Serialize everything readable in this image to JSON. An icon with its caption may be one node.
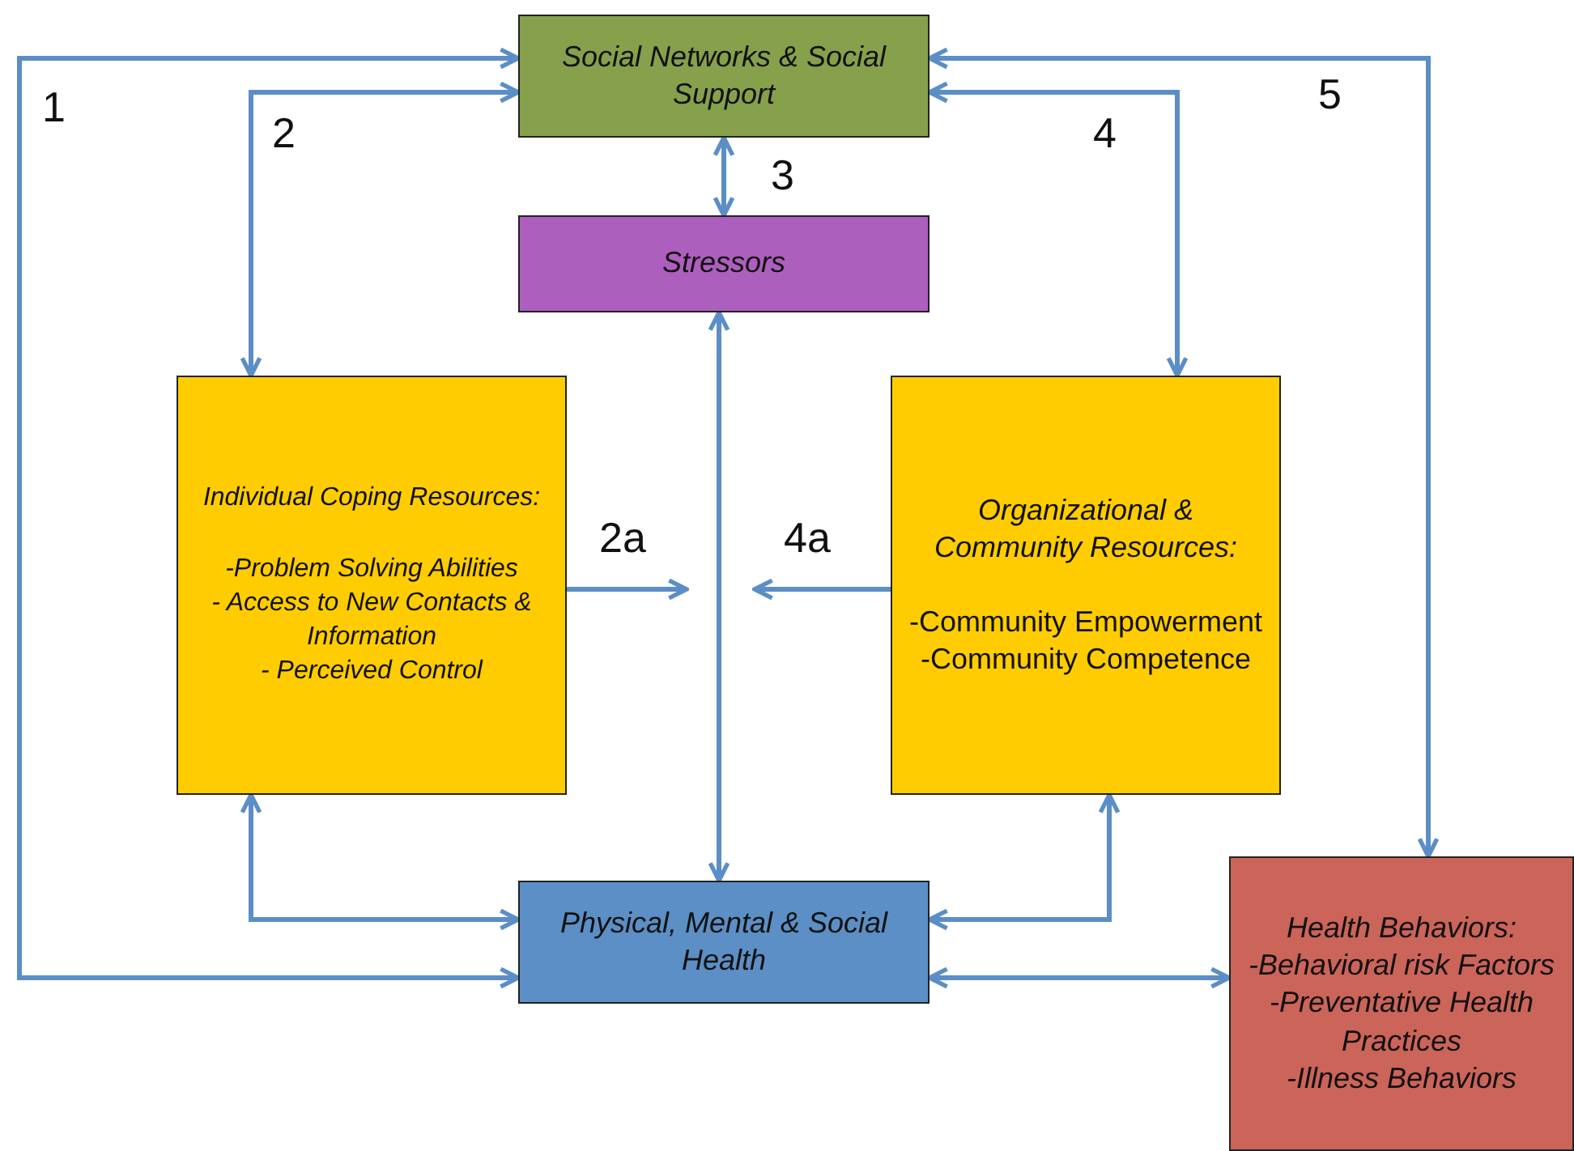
{
  "diagram": {
    "nodes": [
      {
        "text": [
          "Social Networks & Social Support"
        ]
      },
      {
        "text": [
          "Stressors"
        ]
      },
      {
        "text": [
          "Individual Coping Resources:",
          "-Problem Solving Abilities",
          "- Access to New Contacts & Information",
          "- Perceived Control"
        ]
      },
      {
        "text": [
          "Organizational & Community Resources:",
          "-Community Empowerment",
          "-Community Competence"
        ]
      },
      {
        "text": [
          "Physical, Mental & Social Health"
        ]
      },
      {
        "text": [
          "Health Behaviors:",
          "-Behavioral risk Factors",
          "-Preventative Health Practices",
          "-Illness Behaviors"
        ]
      }
    ],
    "edges": [
      {
        "from": 4,
        "to": 0,
        "arrow": "both",
        "label": "1"
      },
      {
        "from": 2,
        "to": 0,
        "arrow": "both",
        "label": "2"
      },
      {
        "from": 0,
        "to": 1,
        "arrow": "both",
        "label": "3"
      },
      {
        "from": 0,
        "to": 3,
        "arrow": "both",
        "label": "4"
      },
      {
        "from": 0,
        "to": 5,
        "arrow": "both",
        "label": "5"
      },
      {
        "from": 1,
        "to": 4,
        "arrow": "both"
      },
      {
        "from": 2,
        "to": 4,
        "arrow": "both"
      },
      {
        "from": 3,
        "to": 4,
        "arrow": "both"
      },
      {
        "from": 4,
        "to": 5,
        "arrow": "both"
      },
      {
        "from": 2,
        "to": null,
        "arrow": "to",
        "label": "2a"
      },
      {
        "from": 3,
        "to": null,
        "arrow": "to",
        "label": "4a"
      }
    ]
  }
}
